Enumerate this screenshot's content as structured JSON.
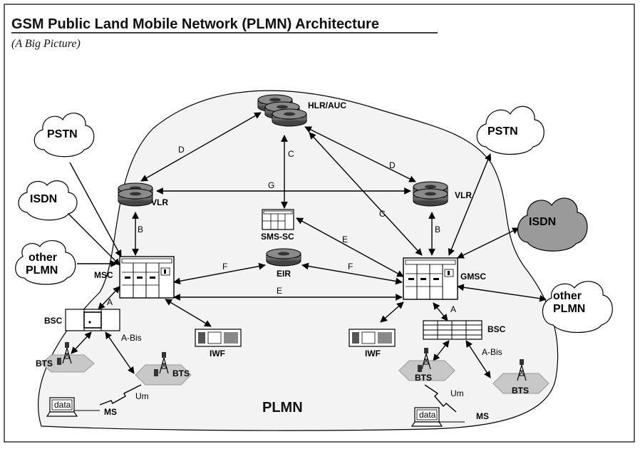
{
  "title": "GSM Public Land Mobile Network (PLMN) Architecture",
  "subtitle": "(A Big Picture)",
  "region_label": "PLMN",
  "nodes": {
    "hlr": "HLR/AUC",
    "vlr_left": "VLR",
    "vlr_right": "VLR",
    "sms_sc": "SMS-SC",
    "eir": "EIR",
    "msc": "MSC",
    "gmsc": "GMSC",
    "bsc_left": "BSC",
    "bsc_right": "BSC",
    "iwf_left": "IWF",
    "iwf_right": "IWF",
    "bts_left_a": "BTS",
    "bts_left_b": "BTS",
    "bts_right_a": "BTS",
    "bts_right_b": "BTS",
    "ms_left": "MS",
    "ms_right": "MS",
    "data_left": "data",
    "data_right": "data"
  },
  "clouds": {
    "pstn_left": "PSTN",
    "isdn_left": "ISDN",
    "other_left_1": "other",
    "other_left_2": "PLMN",
    "pstn_right": "PSTN",
    "isdn_right": "ISDN",
    "other_right_1": "other",
    "other_right_2": "PLMN"
  },
  "interfaces": {
    "d_left": "D",
    "d_right": "D",
    "c_hlr": "C",
    "c_gmsc": "C",
    "g": "G",
    "b_left": "B",
    "b_right": "B",
    "e_sms": "E",
    "e_msc": "E",
    "f_left": "F",
    "f_right": "F",
    "a_left": "A",
    "a_right": "A",
    "abis_left": "A-Bis",
    "abis_right": "A-Bis",
    "um_left": "Um",
    "um_right": "Um"
  },
  "colors": {
    "disk": "#555555",
    "disk_top": "#8a8a8a",
    "cloud_light": "#ffffff",
    "cloud_dark": "#9a9a9a",
    "bts_pad": "#c8c8c8",
    "plmn_fill": "#f3f3f3"
  }
}
